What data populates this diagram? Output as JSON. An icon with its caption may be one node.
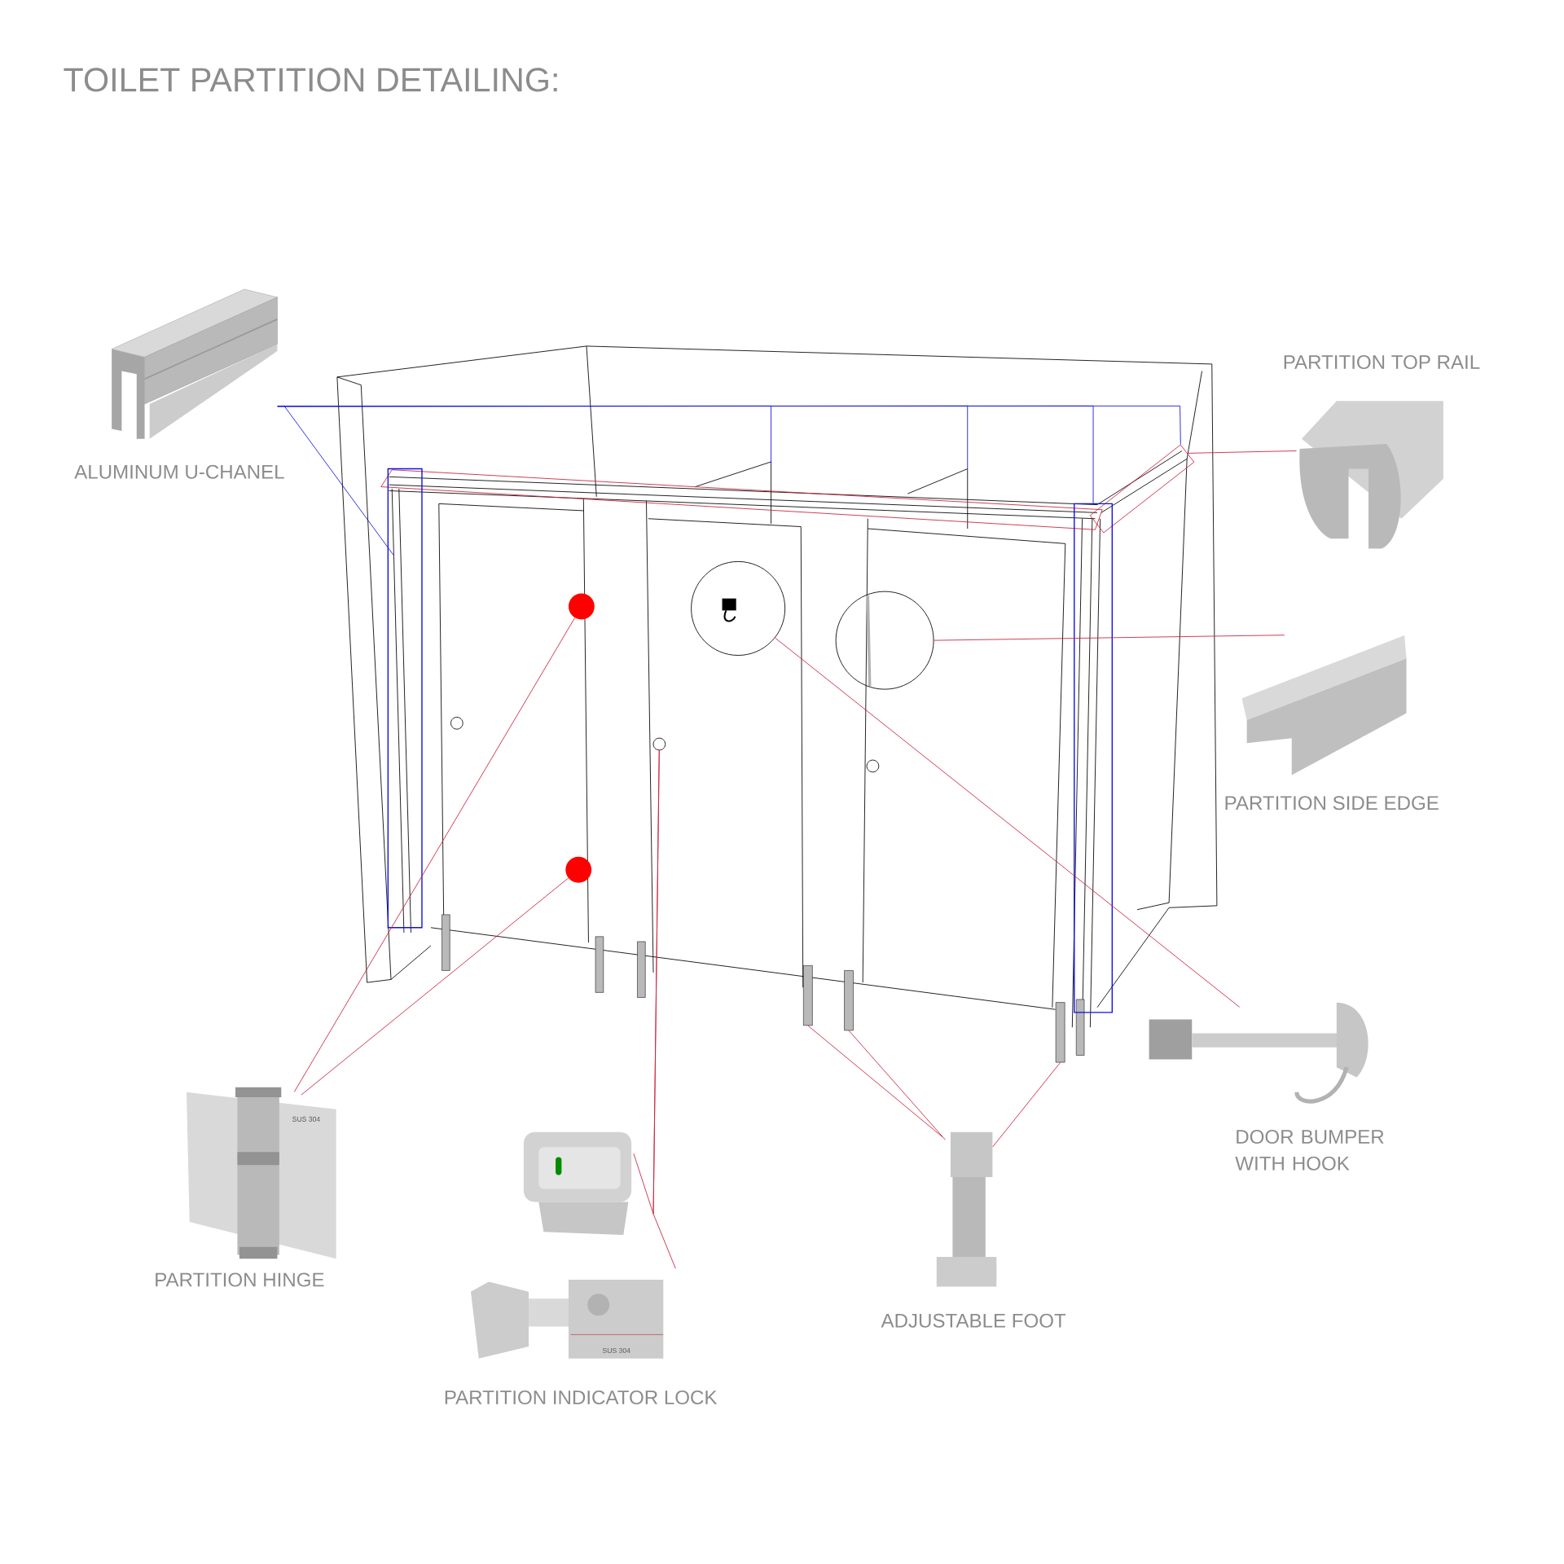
{
  "diagram": {
    "title": "TOILET PARTITION DETAILING:",
    "nodes": [
      {
        "text": [],
        "shape": "picture",
        "beside": [
          "ALUMINUM U-CHANEL"
        ]
      },
      {
        "text": [],
        "shape": "picture",
        "beside": [
          "PARTITION TOP RAIL"
        ]
      },
      {
        "text": [],
        "shape": "picture",
        "beside": [
          "PARTITION SIDE EDGE"
        ]
      },
      {
        "text": [],
        "shape": "picture",
        "beside": [
          "DOOR BUMPER WITH HOOK"
        ]
      },
      {
        "text": [],
        "shape": "picture",
        "beside": [
          "PARTITION HINGE"
        ]
      },
      {
        "text": [],
        "shape": "picture"
      },
      {
        "text": [],
        "shape": "picture",
        "beside": [
          "PARTITION INDICATOR LOCK"
        ]
      },
      {
        "text": [],
        "shape": "picture",
        "beside": [
          "ADJUSTABLE FOOT"
        ]
      },
      {
        "text": [],
        "shape": "box"
      },
      {
        "text": [],
        "shape": "box"
      },
      {
        "text": [],
        "shape": "circle"
      },
      {
        "text": [],
        "shape": "circle"
      },
      {
        "text": [],
        "shape": "circle"
      },
      {
        "text": [],
        "shape": "circle"
      },
      {
        "text": [],
        "shape": "circle"
      },
      {
        "text": [],
        "shape": "bar"
      },
      {
        "text": [],
        "shape": "bar"
      },
      {
        "text": [],
        "shape": "bar"
      },
      {
        "text": [],
        "shape": "box"
      }
    ],
    "edges": [
      {
        "from": 0,
        "to": 8,
        "arrow": "none",
        "color": "#1010e0"
      },
      {
        "from": 0,
        "to": null,
        "arrow": "none",
        "color": "#1010e0"
      },
      {
        "from": 0,
        "to": null,
        "arrow": "none",
        "color": "#1010e0"
      },
      {
        "from": 0,
        "to": 18,
        "arrow": "none",
        "color": "#1010e0"
      },
      {
        "from": 0,
        "to": 9,
        "arrow": "none",
        "color": "#1010e0"
      },
      {
        "from": 1,
        "to": 9,
        "arrow": "none"
      },
      {
        "from": 2,
        "to": 11,
        "arrow": "none"
      },
      {
        "from": 3,
        "to": 10,
        "arrow": "none"
      },
      {
        "from": 4,
        "to": 12,
        "arrow": "none"
      },
      {
        "from": 4,
        "to": 14,
        "arrow": "none"
      },
      {
        "from": 5,
        "to": 13,
        "arrow": "none"
      },
      {
        "from": 6,
        "to": 13,
        "arrow": "none"
      },
      {
        "from": 7,
        "to": 15,
        "arrow": "none"
      },
      {
        "from": 7,
        "to": 16,
        "arrow": "none"
      },
      {
        "from": 7,
        "to": 17,
        "arrow": "none"
      }
    ],
    "labels": [
      "SUS 304",
      "SUS 304"
    ]
  }
}
